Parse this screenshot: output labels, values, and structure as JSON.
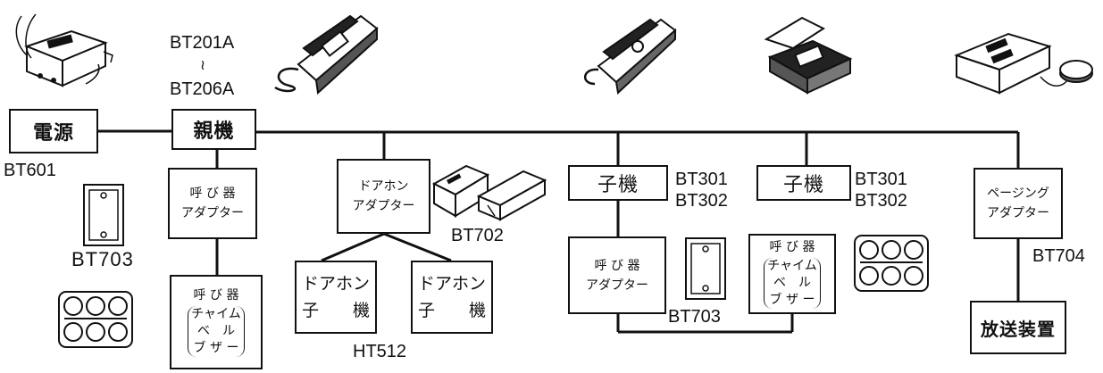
{
  "boxes": {
    "power": "電源",
    "master": "親機",
    "caller_adapter_1": [
      "呼 び 器",
      "アダプター"
    ],
    "chime_1": [
      "呼 び 器",
      "チャイム",
      "ベ　ル",
      "ブ ザ ー"
    ],
    "door_adapter": [
      "ドアホン",
      "アダプター"
    ],
    "door_sub_1": [
      "ドアホン",
      "子　　機"
    ],
    "door_sub_2": [
      "ドアホン",
      "子　　機"
    ],
    "sub_1": "子機",
    "sub_2": "子機",
    "caller_adapter_2": [
      "呼 び 器",
      "アダプター"
    ],
    "chime_2": [
      "呼 び 器",
      "チャイム",
      "ベ　ル",
      "ブ ザ ー"
    ],
    "paging_adapter": [
      "ページング",
      "アダプター"
    ],
    "broadcast": "放送装置"
  },
  "labels": {
    "master_model_top": "BT201A",
    "master_model_tilde": "≀",
    "master_model_bottom": "BT206A",
    "power_model": "BT601",
    "plate_model_1": "BT703",
    "door_unit_model": "BT702",
    "door_sub_model": "HT512",
    "sub_1_model_a": "BT301",
    "sub_1_model_b": "BT302",
    "sub_2_model_a": "BT301",
    "sub_2_model_b": "BT302",
    "plate_model_2": "BT703",
    "paging_model": "BT704"
  }
}
